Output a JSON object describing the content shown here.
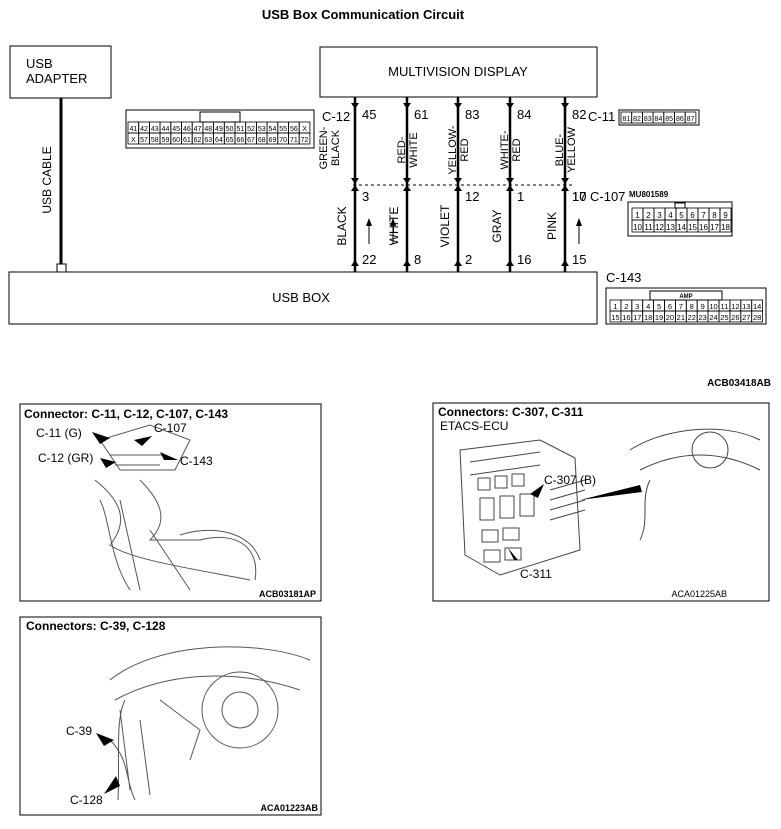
{
  "title": "USB Box Communication Circuit",
  "usb_adapter": [
    "USB",
    "ADAPTER"
  ],
  "usb_cable": "USB CABLE",
  "usb_box": "USB BOX",
  "multivision_display": "MULTIVISION DISPLAY",
  "connectors": {
    "c12": "C-12",
    "c11": "C-11",
    "c107": "C-107",
    "c107_part": "MU801589",
    "c143": "C-143",
    "amp": "AMP"
  },
  "c12_pins": {
    "top": [
      "41",
      "42",
      "43",
      "44",
      "45",
      "46",
      "47",
      "48",
      "49",
      "50",
      "51",
      "52",
      "53",
      "54",
      "55",
      "56",
      "X"
    ],
    "bottom": [
      "X",
      "57",
      "58",
      "59",
      "60",
      "61",
      "62",
      "63",
      "64",
      "65",
      "66",
      "67",
      "68",
      "69",
      "70",
      "71",
      "72"
    ]
  },
  "c11_pins": [
    "81",
    "82",
    "83",
    "84",
    "85",
    "86",
    "87"
  ],
  "c107_pins": {
    "top": [
      "1",
      "2",
      "3",
      "4",
      "5",
      "6",
      "7",
      "8",
      "9"
    ],
    "bottom": [
      "10",
      "11",
      "12",
      "13",
      "14",
      "15",
      "16",
      "17",
      "18"
    ]
  },
  "c143_pins": {
    "top": [
      "1",
      "2",
      "3",
      "4",
      "5",
      "6",
      "7",
      "8",
      "9",
      "10",
      "11",
      "12",
      "13",
      "14"
    ],
    "bottom": [
      "15",
      "16",
      "17",
      "18",
      "19",
      "20",
      "21",
      "22",
      "23",
      "24",
      "25",
      "26",
      "27",
      "28"
    ]
  },
  "wires": [
    {
      "top_pin": "45",
      "upper_color": [
        "GREEN-",
        "BLACK"
      ],
      "mid_pin": "3",
      "lower_color": "BLACK",
      "bottom_pin": "22"
    },
    {
      "top_pin": "61",
      "upper_color": [
        "RED-",
        "WHITE"
      ],
      "mid_pin": "",
      "lower_color": "WHITE",
      "bottom_pin": "8"
    },
    {
      "top_pin": "83",
      "upper_color": [
        "YELLOW-",
        "RED"
      ],
      "mid_pin": "12",
      "lower_color": "VIOLET",
      "bottom_pin": "2"
    },
    {
      "top_pin": "84",
      "upper_color": [
        "WHITE-",
        "RED"
      ],
      "mid_pin": "1",
      "lower_color": "GRAY",
      "bottom_pin": "16"
    },
    {
      "top_pin": "82",
      "upper_color": [
        "BLUE-",
        "YELLOW"
      ],
      "mid_pin": "10",
      "lower_color": "PINK",
      "bottom_pin": "15"
    },
    {
      "top_pin": "",
      "upper_color": [],
      "mid_pin": "17",
      "lower_color": "",
      "bottom_pin": ""
    }
  ],
  "diagram_code": "ACB03418AB",
  "panel1": {
    "title": "Connector: C-11, C-12, C-107, C-143",
    "labels": [
      "C-11 (G)",
      "C-107",
      "C-12 (GR)",
      "C-143"
    ],
    "code": "ACB03181AP"
  },
  "panel2": {
    "title": "Connectors: C-307, C-311",
    "subtitle": "ETACS-ECU",
    "labels": [
      "C-307 (B)",
      "C-311"
    ],
    "code": "ACA01225AB"
  },
  "panel3": {
    "title": "Connectors: C-39, C-128",
    "labels": [
      "C-39",
      "C-128"
    ],
    "code": "ACA01223AB"
  }
}
